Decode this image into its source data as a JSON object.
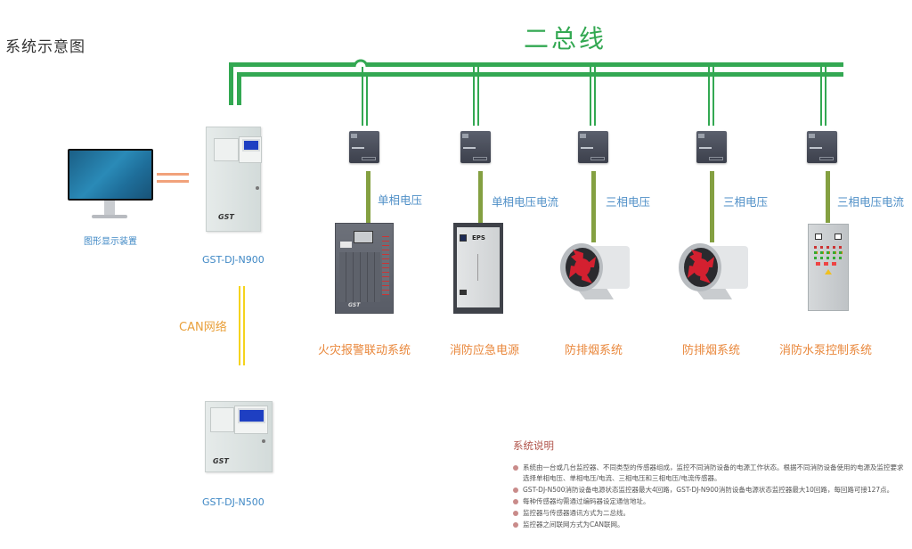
{
  "page_title": "系统示意图",
  "bus": {
    "label": "二总线",
    "color": "#33a852"
  },
  "display": {
    "label": "图形显示装置"
  },
  "controllers": [
    {
      "model": "GST-DJ-N900",
      "logo": "GST"
    },
    {
      "model": "GST-DJ-N500",
      "logo": "GST"
    }
  ],
  "can_network": {
    "label": "CAN网络",
    "color": "#f5d31d"
  },
  "branches": [
    {
      "sensor_type": "单相电压",
      "device": "火灾报警联动系统"
    },
    {
      "sensor_type": "单相电压电流",
      "device": "消防应急电源",
      "device_badge": "EPS"
    },
    {
      "sensor_type": "三相电压",
      "device": "防排烟系统"
    },
    {
      "sensor_type": "三相电压",
      "device": "防排烟系统"
    },
    {
      "sensor_type": "三相电压电流",
      "device": "消防水泵控制系统"
    }
  ],
  "notes": {
    "title": "系统说明",
    "items": [
      {
        "line1": "系统由一台或几台监控器、不同类型的传感器组成，监控不同消防设备的电源工作状态。根据不同消防设备使用的电源及监控要求",
        "line2": "选择单相电压、单相电压/电流、三相电压和三相电压/电流传感器。"
      },
      {
        "line1": "GST-DJ-N500消防设备电源状态监控器最大4回路，GST-DJ-N900消防设备电源状态监控器最大10回路，每回路可接127点。"
      },
      {
        "line1": "每种传感器均需通过编码器设定通信地址。"
      },
      {
        "line1": "监控器与传感器通讯方式为二总线。"
      },
      {
        "line1": "监控器之间联网方式为CAN联网。"
      }
    ]
  },
  "colors": {
    "sensor_label": "#4f8fc7",
    "device_label": "#e9873b",
    "stem": "#84a041",
    "notes_title": "#b0534a"
  }
}
